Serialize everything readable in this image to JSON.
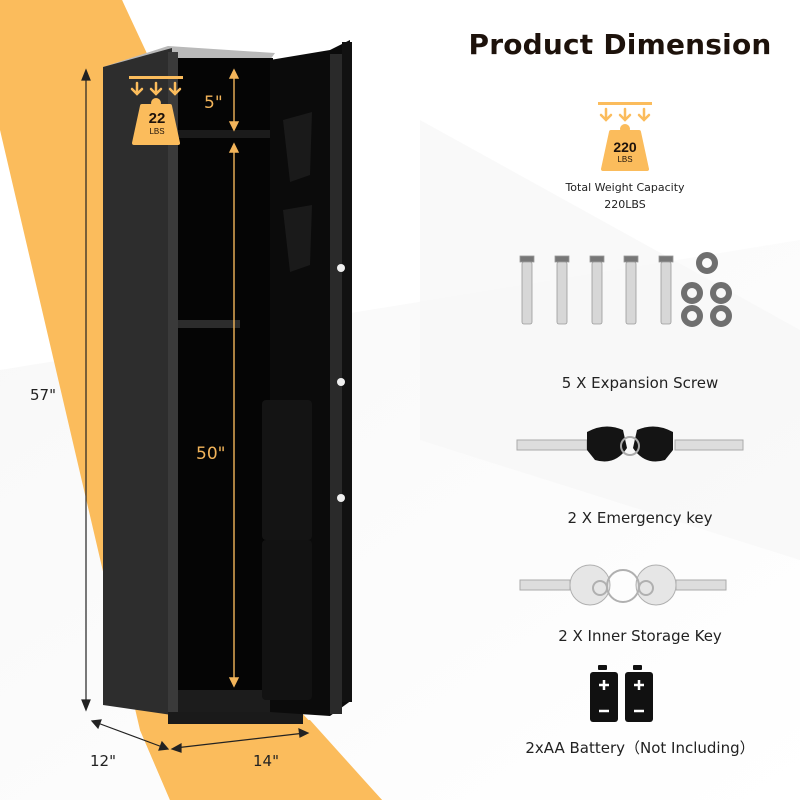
{
  "header": {
    "title": "Product Dimension"
  },
  "weight_capacity": {
    "icon": "weight-arrows-icon",
    "badge_value": "220",
    "badge_unit": "LBS",
    "caption_line1": "Total Weight Capacity",
    "caption_line2": "220LBS"
  },
  "shelf_weight": {
    "icon": "weight-arrows-icon",
    "value": "22",
    "unit": "LBS"
  },
  "dimensions": {
    "height_total": "57\"",
    "top_compartment": "5\"",
    "inner_height": "50\"",
    "depth": "12\"",
    "width": "14\""
  },
  "accessories": [
    {
      "label": "5 X Expansion Screw",
      "icon": "expansion-screw-icon"
    },
    {
      "label": "2 X Emergency key",
      "icon": "emergency-key-icon"
    },
    {
      "label": "2 X Inner Storage Key",
      "icon": "inner-key-icon"
    },
    {
      "label": "2xAA Battery（Not Including）",
      "icon": "battery-icon"
    }
  ],
  "colors": {
    "accent": "#fbbc5c",
    "title": "#1d120b",
    "safe": "#141414"
  }
}
